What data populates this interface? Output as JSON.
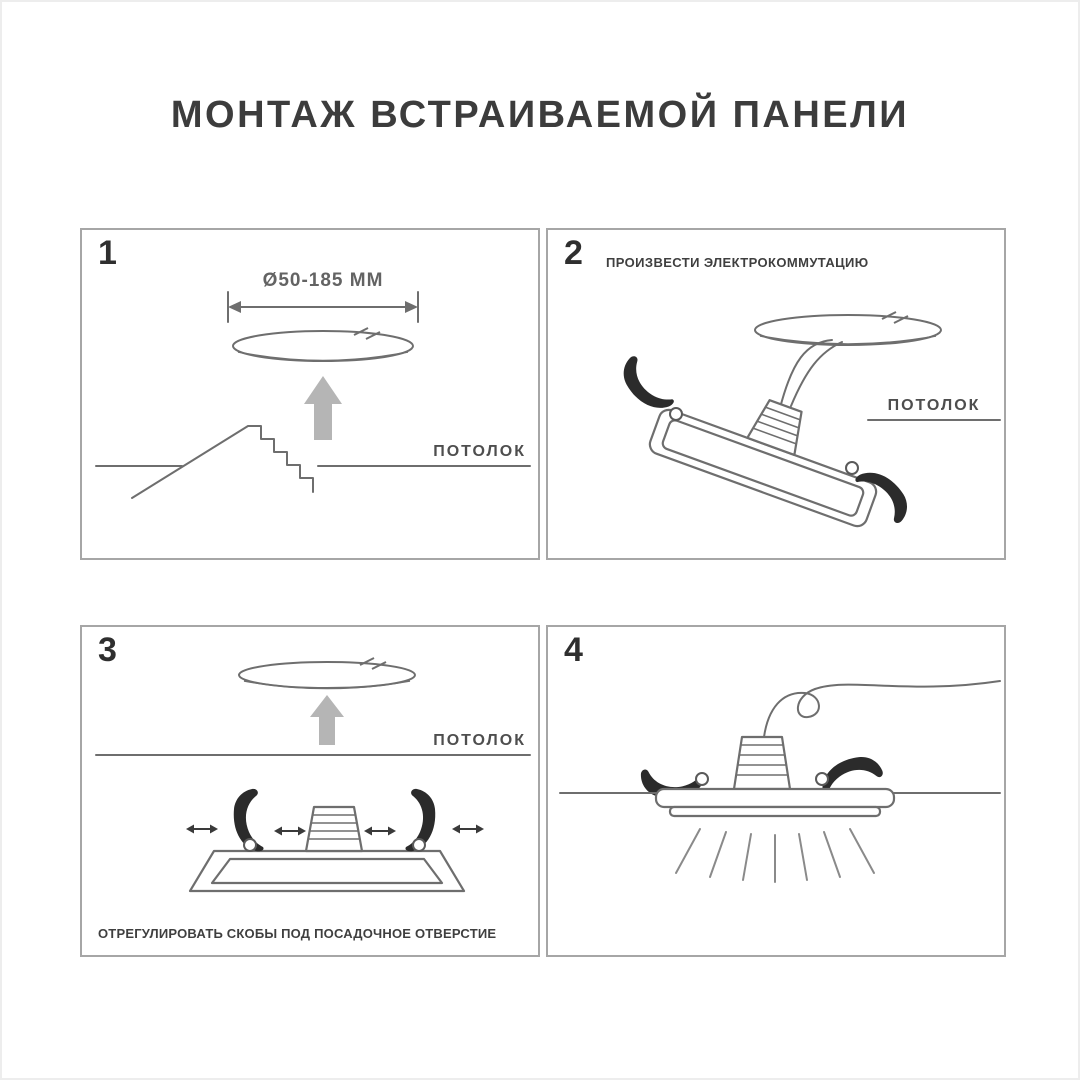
{
  "page": {
    "title": "МОНТАЖ ВСТРАИВАЕМОЙ ПАНЕЛИ"
  },
  "labels": {
    "ceiling": "ПОТОЛОК"
  },
  "steps": {
    "step1": {
      "number": "1",
      "diameter": "Ø50-185 ММ"
    },
    "step2": {
      "number": "2",
      "caption": "ПРОИЗВЕСТИ ЭЛЕКТРОКОММУТАЦИЮ"
    },
    "step3": {
      "number": "3",
      "caption": "ОТРЕГУЛИРОВАТЬ СКОБЫ ПОД ПОСАДОЧНОЕ ОТВЕРСТИЕ"
    },
    "step4": {
      "number": "4"
    }
  },
  "colors": {
    "line": "#6e6e6e",
    "clip_black": "#2b2b2b",
    "arrow_gray": "#b5b5b5",
    "panel_border": "#a6a6a6"
  }
}
